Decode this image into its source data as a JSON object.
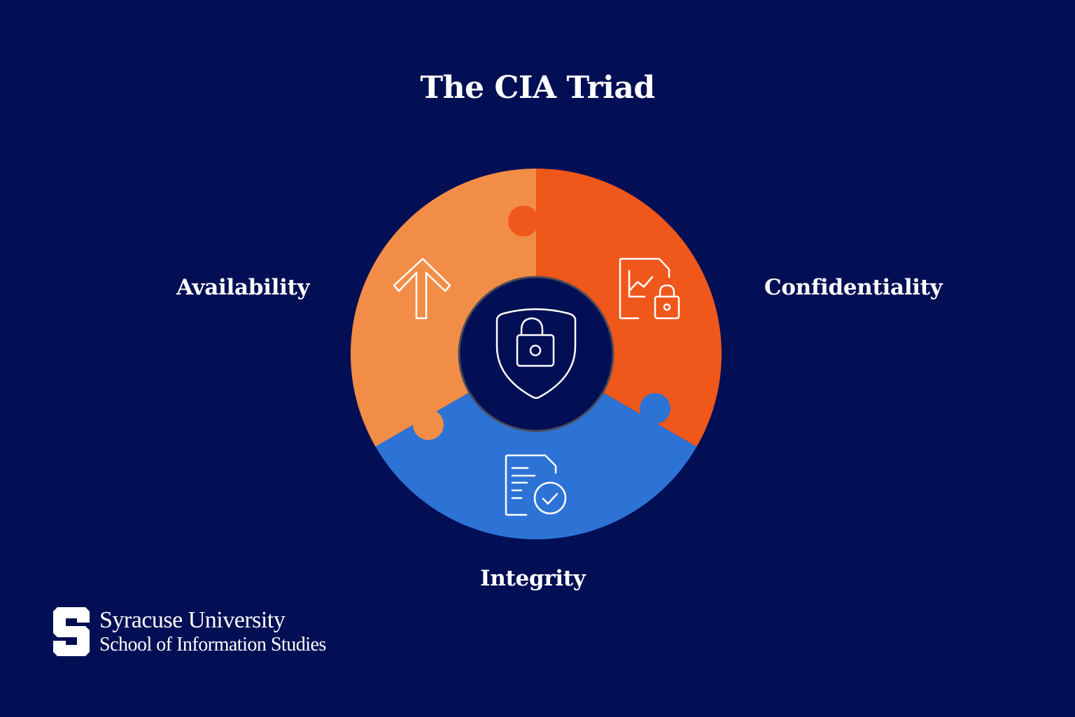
{
  "title": "The CIA Triad",
  "segments": [
    {
      "label": "Availability",
      "color": "#F28D48",
      "icon": "arrow-up-icon"
    },
    {
      "label": "Confidentiality",
      "color": "#F0571A",
      "icon": "chart-document-lock-icon"
    },
    {
      "label": "Integrity",
      "color": "#2D73D6",
      "icon": "document-check-icon"
    }
  ],
  "center": {
    "icon": "shield-unlocked-padlock-icon",
    "color": "#020F54"
  },
  "colors": {
    "background": "#020F54",
    "text": "#FFFFFF"
  },
  "logo": {
    "mark": "S",
    "line1": "Syracuse University",
    "line2": "School of Information Studies"
  }
}
